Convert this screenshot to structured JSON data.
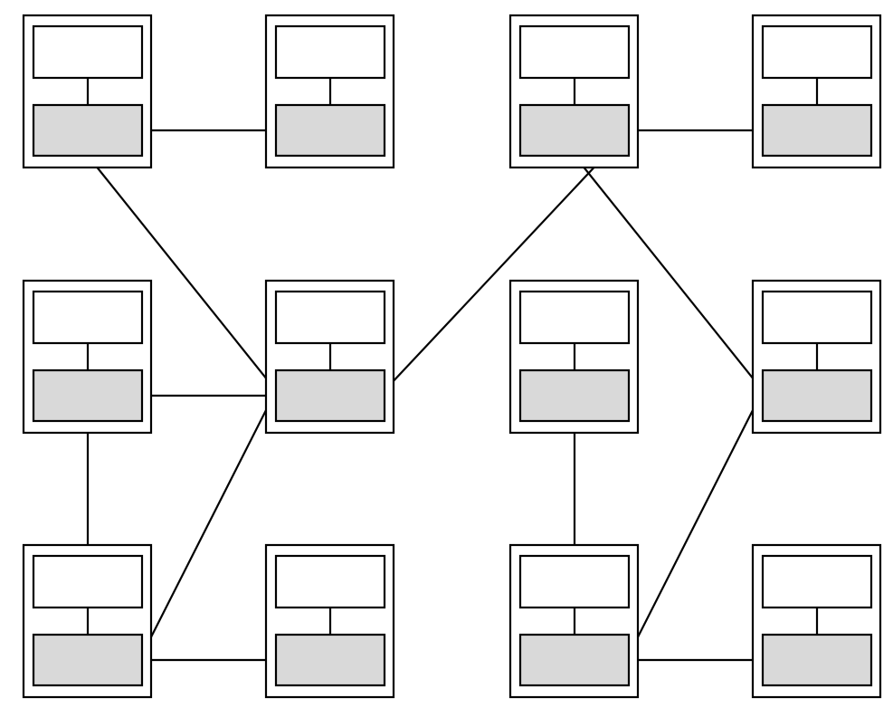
{
  "colors": {
    "background": "#ffffff",
    "stroke": "#000000",
    "port_fill": "#d9d9d9",
    "top_fill": "#ffffff"
  },
  "nodes": [
    {
      "id": "n1",
      "row": 1,
      "col": 1
    },
    {
      "id": "n2",
      "row": 1,
      "col": 2
    },
    {
      "id": "n3",
      "row": 1,
      "col": 3
    },
    {
      "id": "n4",
      "row": 1,
      "col": 4
    },
    {
      "id": "n5",
      "row": 2,
      "col": 1
    },
    {
      "id": "n6",
      "row": 2,
      "col": 2
    },
    {
      "id": "n7",
      "row": 2,
      "col": 3
    },
    {
      "id": "n8",
      "row": 2,
      "col": 4
    },
    {
      "id": "n9",
      "row": 3,
      "col": 1
    },
    {
      "id": "n10",
      "row": 3,
      "col": 2
    },
    {
      "id": "n11",
      "row": 3,
      "col": 3
    },
    {
      "id": "n12",
      "row": 3,
      "col": 4
    }
  ],
  "edges": [
    {
      "from": "n1",
      "to": "n2"
    },
    {
      "from": "n1",
      "to": "n6"
    },
    {
      "from": "n3",
      "to": "n4"
    },
    {
      "from": "n3",
      "to": "n6"
    },
    {
      "from": "n3",
      "to": "n8"
    },
    {
      "from": "n5",
      "to": "n6"
    },
    {
      "from": "n5",
      "to": "n9"
    },
    {
      "from": "n9",
      "to": "n6"
    },
    {
      "from": "n9",
      "to": "n10"
    },
    {
      "from": "n7",
      "to": "n11"
    },
    {
      "from": "n11",
      "to": "n8"
    },
    {
      "from": "n11",
      "to": "n12"
    }
  ]
}
